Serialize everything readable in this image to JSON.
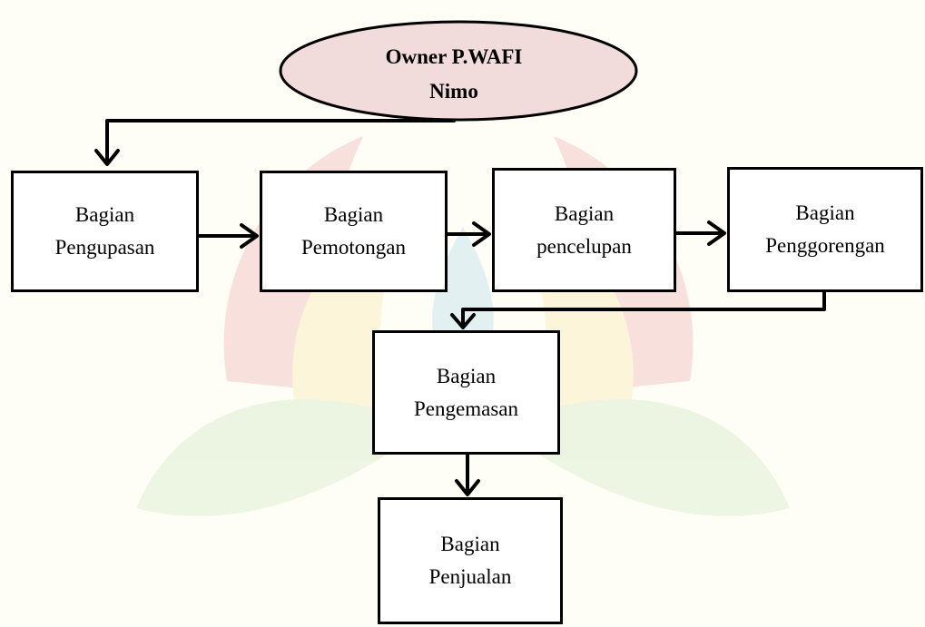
{
  "owner": {
    "line1": "Owner P.WAFI",
    "line2": "Nimo"
  },
  "departments": {
    "pengupasan": {
      "line1": "Bagian",
      "line2": "Pengupasan"
    },
    "pemotongan": {
      "line1": "Bagian",
      "line2": "Pemotongan"
    },
    "pencelupan": {
      "line1": "Bagian",
      "line2": "pencelupan"
    },
    "penggorengan": {
      "line1": "Bagian",
      "line2": "Penggorengan"
    },
    "pengemasan": {
      "line1": "Bagian",
      "line2": "Pengemasan"
    },
    "penjualan": {
      "line1": "Bagian",
      "line2": "Penjualan"
    }
  },
  "colors": {
    "background": "#fffef6",
    "owner_fill": "#f2dcdb",
    "stroke": "#000000",
    "watermark_red": "#f4c9c9",
    "watermark_yellow": "#fbefc2",
    "watermark_blue": "#cde6ef",
    "watermark_green": "#dcefd2"
  }
}
